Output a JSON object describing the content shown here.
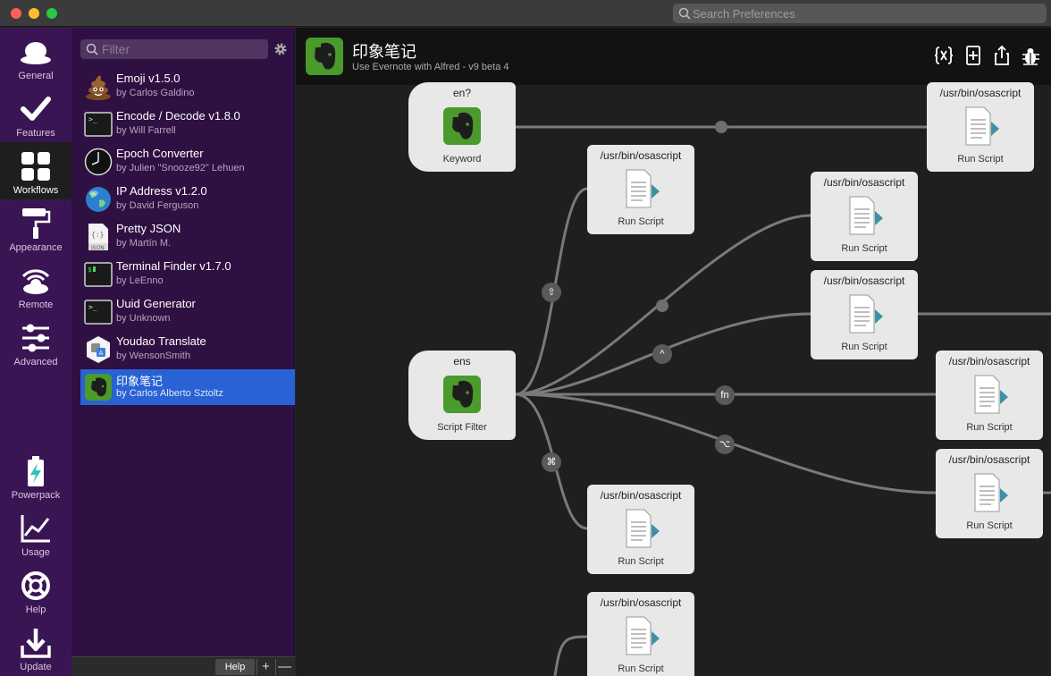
{
  "window": {
    "search_placeholder": "Search Preferences"
  },
  "nav": {
    "items": [
      {
        "label": "General",
        "icon": "hat-icon"
      },
      {
        "label": "Features",
        "icon": "checkmark-icon"
      },
      {
        "label": "Workflows",
        "icon": "grid-icon"
      },
      {
        "label": "Appearance",
        "icon": "paint-roller-icon"
      },
      {
        "label": "Remote",
        "icon": "remote-icon"
      },
      {
        "label": "Advanced",
        "icon": "sliders-icon"
      },
      {
        "label": "Powerpack",
        "icon": "battery-bolt-icon"
      },
      {
        "label": "Usage",
        "icon": "chart-icon"
      },
      {
        "label": "Help",
        "icon": "lifebuoy-icon"
      },
      {
        "label": "Update",
        "icon": "download-icon"
      }
    ],
    "active": "Workflows"
  },
  "workflows": {
    "filter_placeholder": "Filter",
    "items": [
      {
        "name": "Emoji v1.5.0",
        "author": "by Carlos Galdino",
        "icon": "poop-emoji-icon"
      },
      {
        "name": "Encode / Decode v1.8.0",
        "author": "by Will Farrell",
        "icon": "terminal-icon"
      },
      {
        "name": "Epoch Converter",
        "author": "by Julien \"Snooze92\" Lehuen",
        "icon": "clock-icon"
      },
      {
        "name": "IP Address v1.2.0",
        "author": "by David Ferguson",
        "icon": "globe-icon"
      },
      {
        "name": "Pretty JSON",
        "author": "by Martín M.",
        "icon": "json-file-icon"
      },
      {
        "name": "Terminal Finder v1.7.0",
        "author": "by LeEnno",
        "icon": "terminal-icon"
      },
      {
        "name": "Uuid Generator",
        "author": "by Unknown",
        "icon": "terminal-icon"
      },
      {
        "name": "Youdao Translate",
        "author": "by WensonSmith",
        "icon": "translate-icon"
      },
      {
        "name": "印象笔记",
        "author": "by Carlos Alberto Sztoltz",
        "icon": "evernote-icon",
        "selected": true
      }
    ],
    "help_label": "Help",
    "plus_label": "+",
    "minus_label": "—"
  },
  "editor": {
    "title": "印象笔记",
    "subtitle": "Use Evernote with Alfred - v9 beta 4",
    "tools": [
      "variables-icon",
      "add-file-icon",
      "share-icon",
      "debug-bug-icon"
    ],
    "nodes": {
      "keyword": {
        "top": "en?",
        "bottom": "Keyword"
      },
      "script_filter": {
        "top": "ens",
        "bottom": "Script Filter"
      },
      "script_label": "/usr/bin/osascript",
      "run_label": "Run Script"
    },
    "modifiers": {
      "shift": "⇧",
      "ctrl": "^",
      "fn": "fn",
      "alt": "⌥",
      "cmd": "⌘"
    }
  }
}
